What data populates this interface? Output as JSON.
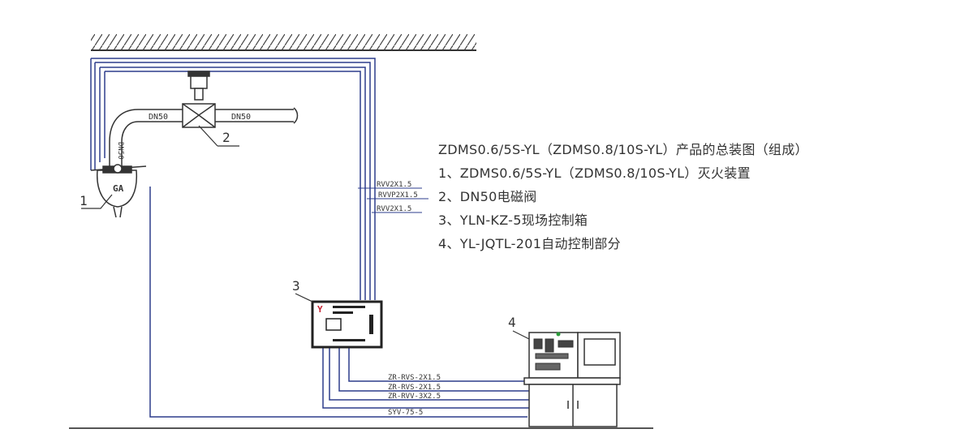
{
  "legend": {
    "title": "ZDMS0.6/5S-YL（ZDMS0.8/10S-YL）产品的总装图（组成）",
    "items": [
      "1、ZDMS0.6/5S-YL（ZDMS0.8/10S-YL）灭火装置",
      "2、DN50电磁阀",
      "3、YLN-KZ-5现场控制箱",
      "4、YL-JQTL-201自动控制部分"
    ]
  },
  "callouts": {
    "c1": "1",
    "c2": "2",
    "c3": "3",
    "c4": "4"
  },
  "pipe": {
    "left": "DN50",
    "right": "DN50",
    "vertical": "DN50"
  },
  "device": {
    "label": "GA"
  },
  "box": {
    "logo": "Y"
  },
  "cables_upper": [
    "RVV2X1.5",
    "RVVP2X1.5",
    "RVV2X1.5"
  ],
  "cables_lower": [
    "ZR-RVS-2X1.5",
    "ZR-RVS-2X1.5",
    "ZR-RVV-3X2.5",
    "SYV-75-5"
  ],
  "colors": {
    "wire": "#2d3d8c",
    "line": "#333333",
    "ceiling": "#444444"
  }
}
